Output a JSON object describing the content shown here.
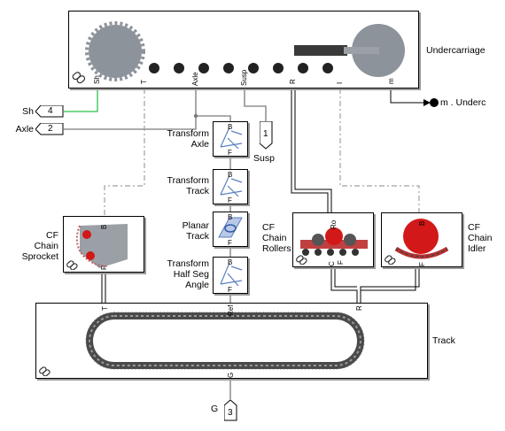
{
  "blocks": {
    "undercarriage": {
      "label": "Undercarriage",
      "ports": {
        "sh": "Sh",
        "t": "T",
        "axle": "Axle",
        "susp": "Susp",
        "r": "R",
        "i": "I",
        "m": "m"
      }
    },
    "transform_axle": {
      "label": [
        "Transform",
        "Axle"
      ],
      "ports": {
        "b": "B",
        "f": "F"
      }
    },
    "transform_track": {
      "label": [
        "Transform",
        "Track"
      ],
      "ports": {
        "b": "B",
        "f": "F"
      }
    },
    "planar_track": {
      "label": [
        "Planar",
        "Track"
      ],
      "ports": {
        "b": "B",
        "f": "F"
      }
    },
    "transform_half_seg": {
      "label": [
        "Transform",
        "Half Seg",
        "Angle"
      ],
      "ports": {
        "b": "B",
        "f": "F"
      }
    },
    "cf_chain_sprocket": {
      "label": [
        "CF",
        "Chain",
        "Sprocket"
      ],
      "ports": {
        "b": "B",
        "f": "F"
      }
    },
    "cf_chain_rollers": {
      "label": [
        "CF",
        "Chain",
        "Rollers"
      ],
      "ports": {
        "ro": "Ro",
        "c": "C",
        "f": "F"
      }
    },
    "cf_chain_idler": {
      "label": [
        "CF",
        "Chain",
        "Idler"
      ],
      "ports": {
        "b": "B",
        "f": "F"
      }
    },
    "track": {
      "label": "Track",
      "ports": {
        "t": "T",
        "ref": "Ref",
        "r": "R",
        "g": "G"
      }
    }
  },
  "io_ports": {
    "sh": {
      "number": "4",
      "name": "Sh"
    },
    "axle": {
      "number": "2",
      "name": "Axle"
    },
    "susp": {
      "number": "1",
      "name": "Susp"
    },
    "g": {
      "number": "3",
      "name": "G"
    },
    "m_underc": {
      "name": "m . Underc"
    }
  },
  "colors": {
    "signal_wire": "#2fbf4a",
    "mech_wire": "#7a7a7a",
    "dashed_wire": "#a0a0a0",
    "block_border": "#000000",
    "sprocket_gray": "#8d939a",
    "roller_red": "#d21818",
    "frame_blue": "#5a7fbf"
  }
}
